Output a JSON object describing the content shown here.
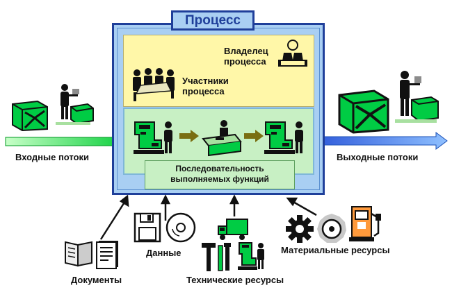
{
  "title": "Процесс",
  "owner": "Владелец процесса",
  "participants": "Участники процесса",
  "sequence": "Последовательность выполняемых функций",
  "inputs": "Входные потоки",
  "outputs": "Выходные потоки",
  "resources": {
    "documents": "Документы",
    "data": "Данные",
    "technical": "Технические ресурсы",
    "material": "Материальные ресурсы"
  },
  "colors": {
    "outer_box": "#7fb3ea",
    "outer_inner": "#a9cff3",
    "participants_band": "#fff7a8",
    "functions_band": "#c8f0c4",
    "input_arrow": "#00cc33",
    "output_arrow": "#2a73e6",
    "icon_green": "#00cc44"
  },
  "icons": [
    "box-icon",
    "worker-icon",
    "meeting-icon",
    "manager-icon",
    "workstation-icon",
    "arrow-right-icon",
    "book-icon",
    "document-icon",
    "floppy-icon",
    "disc-icon",
    "truck-icon",
    "tools-icon",
    "gear-icon",
    "fuel-pump-icon"
  ]
}
